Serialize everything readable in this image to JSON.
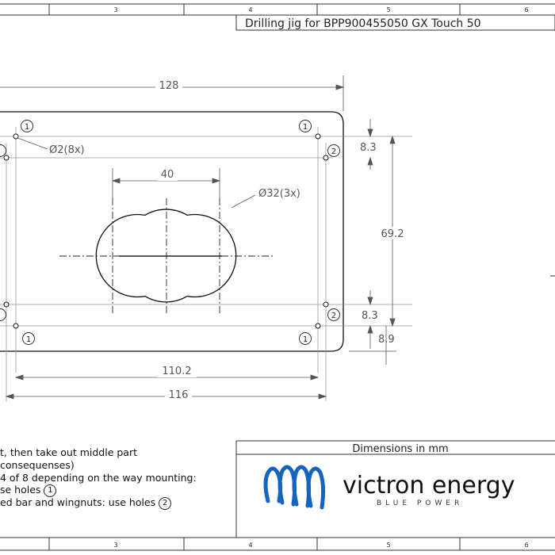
{
  "title_block": {
    "title": "Drilling jig for BPP900455050  GX Touch 50"
  },
  "frame": {
    "zones": [
      "3",
      "4",
      "5",
      "6"
    ]
  },
  "dimensions": {
    "overall_width": "128",
    "hole_spacing_inner": "110.2",
    "hole_spacing_outer": "116",
    "circle_pitch": "40",
    "overall_height": "69.2",
    "top_offset": "8.3",
    "bottom_offset": "8.3",
    "bottom_edge": "8.9",
    "small_hole_callout": "Ø2(8x)",
    "large_hole_callout": "Ø32(3x)"
  },
  "hole_markers": {
    "one": "1",
    "two": "2"
  },
  "notes": [
    "t, then take out middle part",
    "consequenses)",
    "4 of 8 depending on the way mounting:",
    "se holes",
    "ed bar and wingnuts: use holes"
  ],
  "units_box": {
    "label": "Dimensions in mm"
  },
  "logo": {
    "name": "victron energy",
    "tagline": "BLUE POWER",
    "color": "#1565c0"
  }
}
